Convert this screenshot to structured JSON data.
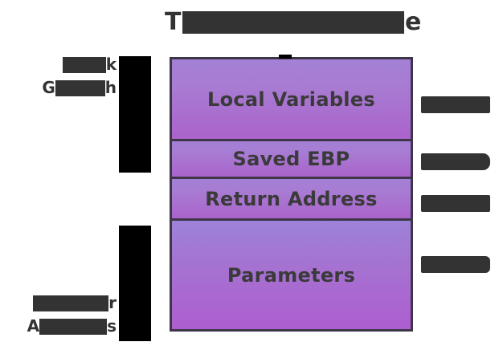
{
  "diagram": {
    "kind": "stack-frame-diagram",
    "background": "#ffffff"
  },
  "title": {
    "visible_prefix": "T",
    "visible_suffix": "e",
    "redacted_middle": true
  },
  "left_annotations": {
    "stack_growth": {
      "line1_suffix": "k",
      "line2_prefix": "G",
      "line2_suffix": "h"
    },
    "higher_addresses": {
      "line1_suffix": "r",
      "line2_prefix": "A",
      "line2_suffix": "s"
    }
  },
  "stack": {
    "rows": [
      {
        "label": "Local Variables"
      },
      {
        "label": "Saved EBP"
      },
      {
        "label": "Return Address"
      },
      {
        "label": "Parameters"
      }
    ]
  },
  "right_annotations": {
    "redacted_count": 4
  },
  "colors": {
    "text_dark": "#333333",
    "redaction_bar": "#333333",
    "arrow_bar": "#000000",
    "box_border": "#3e3647",
    "box_gradient_top": "#a381d6",
    "box_gradient_bottom": "#aa63cc"
  }
}
